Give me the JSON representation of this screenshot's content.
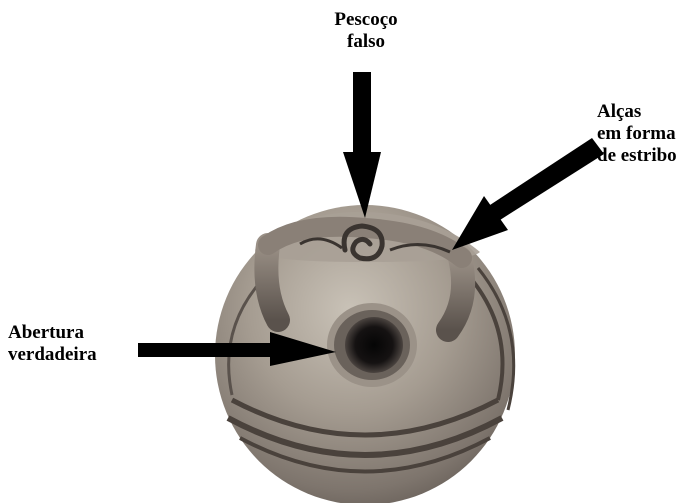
{
  "labels": {
    "false_neck": {
      "line1": "Pescoço",
      "line2": "falso"
    },
    "stirrup_handles": {
      "line1": "Alças",
      "line2": "em forma",
      "line3": "de estribo"
    },
    "true_opening": {
      "line1": "Abertura",
      "line2": "verdadeira"
    }
  },
  "colors": {
    "background": "#ffffff",
    "arrow": "#000000",
    "pot_light": "#b8b0a4",
    "pot_mid": "#8a8077",
    "pot_dark": "#3a3430",
    "band": "#4a423c"
  }
}
